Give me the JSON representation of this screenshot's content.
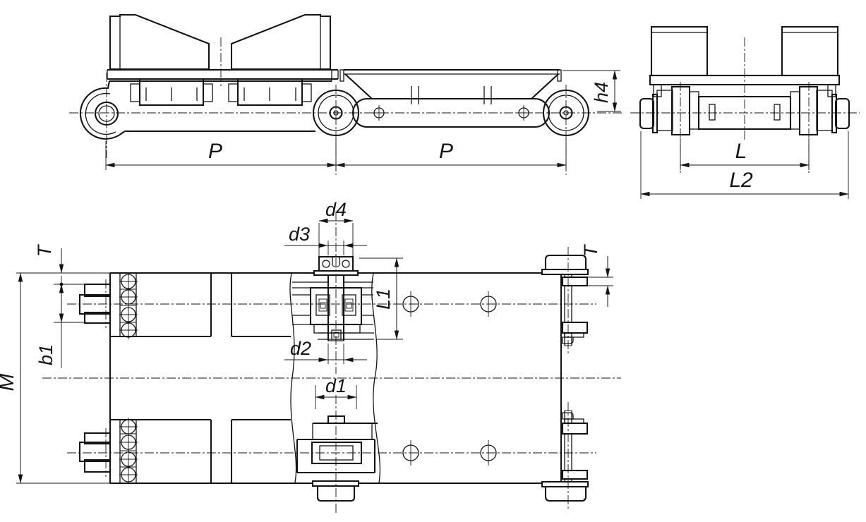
{
  "drawing": {
    "background_color": "#ffffff",
    "line_color": "#141414"
  },
  "dimensions": {
    "pitch_left": "P",
    "pitch_right": "P",
    "height_h4": "h4",
    "wheel_gauge_l": "L",
    "overall_width_l2": "L2",
    "plate_thickness_t_left": "T",
    "plate_thickness_t_right": "T",
    "attachment_width_b1": "b1",
    "overall_length_m": "M",
    "bush_diameter_d1": "d1",
    "pin_diameter_d2": "d2",
    "pin_end_diameter_d3": "d3",
    "head_diameter_d4": "d4",
    "pin_length_l1": "L1"
  }
}
